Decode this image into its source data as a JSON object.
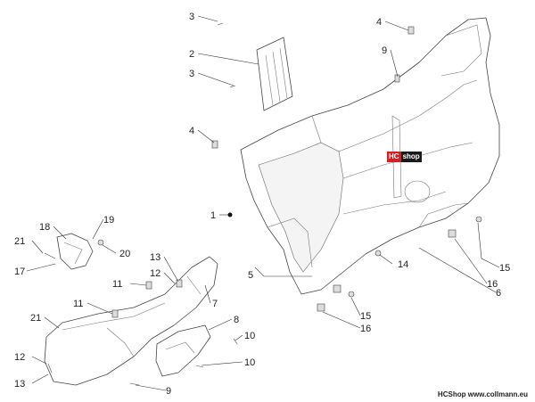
{
  "badge": {
    "hc": "HC",
    "shop": "shop"
  },
  "footer": {
    "brand": "HCShop",
    "site": "www.collmann.eu"
  },
  "callouts": [
    "3",
    "2",
    "3",
    "4",
    "4",
    "9",
    "1",
    "5",
    "14",
    "15",
    "16",
    "6",
    "15",
    "16",
    "18",
    "19",
    "21",
    "20",
    "17",
    "13",
    "12",
    "11",
    "7",
    "11",
    "8",
    "21",
    "10",
    "10",
    "12",
    "13",
    "9"
  ]
}
